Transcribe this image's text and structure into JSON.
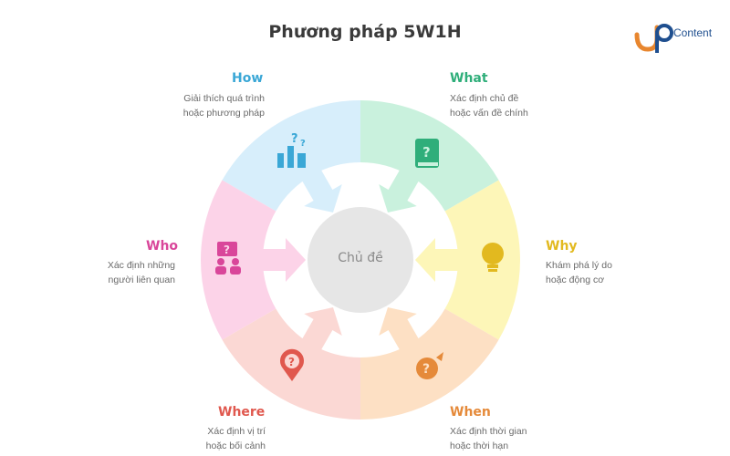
{
  "title": "Phương pháp 5W1H",
  "logo": {
    "text": "Content",
    "color": "#1f4f8f",
    "accent": "#e8862e"
  },
  "center": {
    "label": "Chủ đề"
  },
  "segments": [
    {
      "key": "how",
      "label": "How",
      "desc_line1": "Giải thích quá trình",
      "desc_line2": "hoặc phương pháp",
      "color": "#d7eefb",
      "accent": "#3aa7d6",
      "icon": "question-blocks-icon"
    },
    {
      "key": "what",
      "label": "What",
      "desc_line1": "Xác định chủ đề",
      "desc_line2": "hoặc vấn đề chính",
      "color": "#c9f1dd",
      "accent": "#2fae7a",
      "icon": "question-book-icon"
    },
    {
      "key": "why",
      "label": "Why",
      "desc_line1": "Khám phá lý do",
      "desc_line2": "hoặc động cơ",
      "color": "#fdf6b8",
      "accent": "#e2b91f",
      "icon": "lightbulb-icon"
    },
    {
      "key": "when",
      "label": "When",
      "desc_line1": "Xác định thời gian",
      "desc_line2": "hoặc thời hạn",
      "color": "#fde0c4",
      "accent": "#e58a3a",
      "icon": "clock-question-icon"
    },
    {
      "key": "where",
      "label": "Where",
      "desc_line1": "Xác định vị trí",
      "desc_line2": "hoặc bối cảnh",
      "color": "#fbd8d4",
      "accent": "#e0584e",
      "icon": "location-question-icon"
    },
    {
      "key": "who",
      "label": "Who",
      "desc_line1": "Xác định những",
      "desc_line2": "người liên quan",
      "color": "#fcd3e8",
      "accent": "#d9469a",
      "icon": "people-question-icon"
    }
  ]
}
